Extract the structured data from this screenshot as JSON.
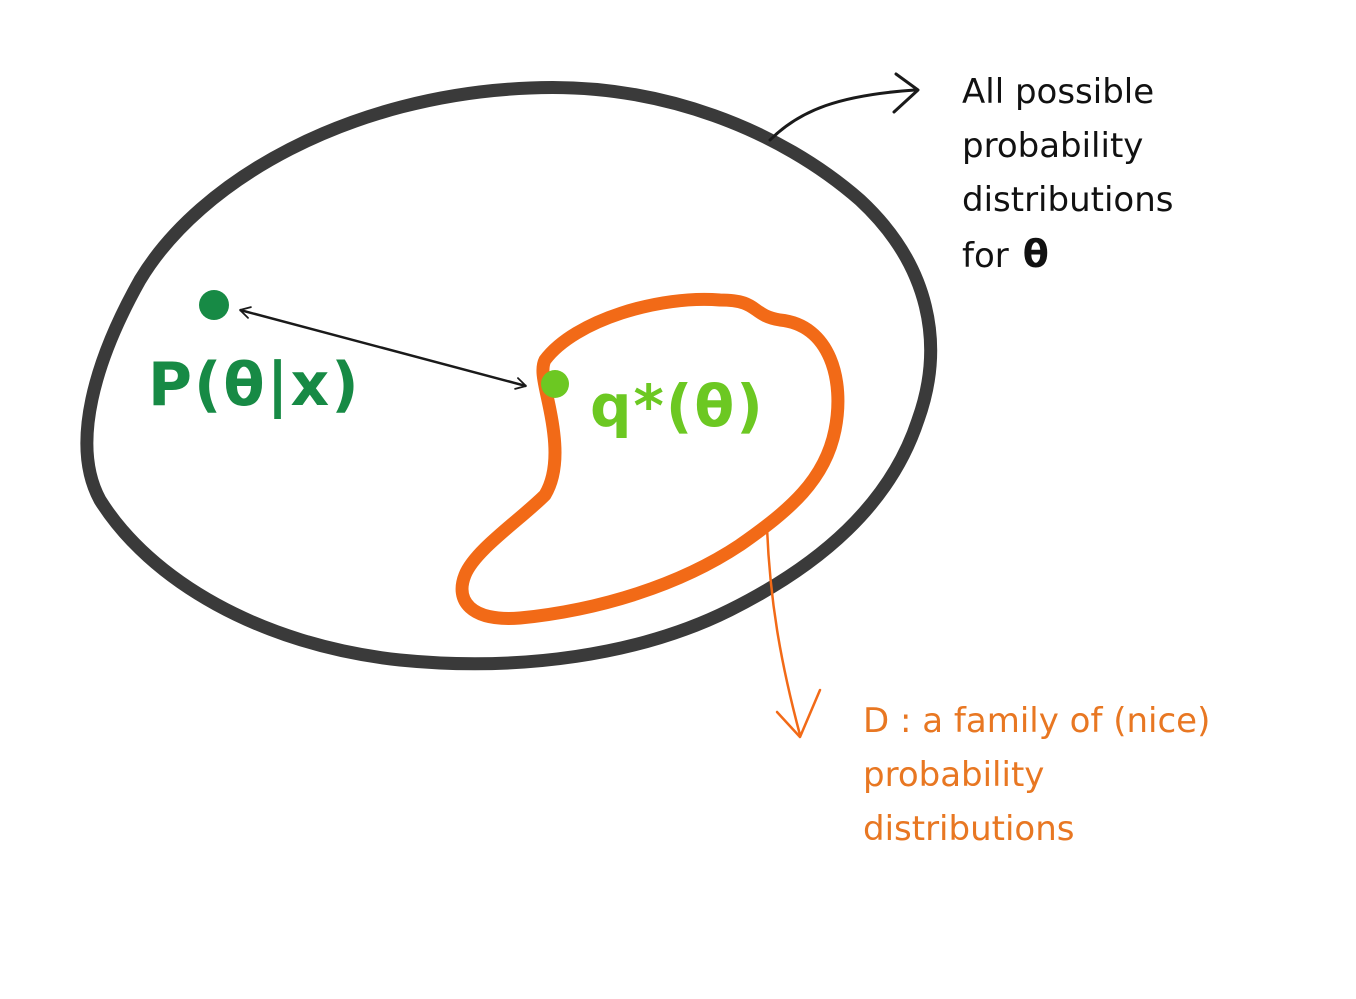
{
  "colors": {
    "universe_outline": "#3a3a3a",
    "family_outline": "#f26a17",
    "posterior": "#178a45",
    "approximation": "#6cc822",
    "arrow": "#1a1a1a",
    "universe_text": "#111111",
    "family_text": "#e87722"
  },
  "universe_label": {
    "lines": [
      "All possible",
      "probability",
      "distributions",
      "for"
    ],
    "symbol": "θ"
  },
  "family_label": {
    "lines": [
      "D : a family of (nice)",
      "probability",
      "distributions"
    ]
  },
  "posterior_label": "P(θ|x)",
  "approximation_label": "q*(θ)"
}
